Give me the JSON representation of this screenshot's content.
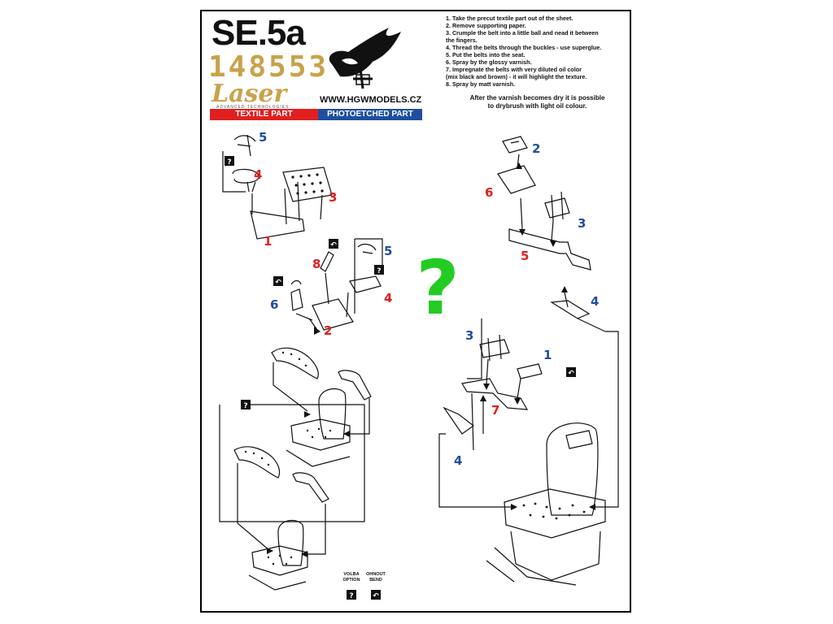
{
  "header": {
    "title": "SE.5a",
    "kit_number": "148553",
    "brand": "Laser",
    "brand_tagline": "ADVANCED TECHNOLOGIES",
    "url": "WWW.HGWMODELS.CZ",
    "textile_label": "TEXTILE PART",
    "photoetched_label": "PHOTOETCHED PART"
  },
  "instructions": {
    "steps": [
      "1. Take the precut textile part out of the sheet.",
      "2. Remove supporting paper.",
      "3. Crumple the belt into a little ball and nead it between\n    the fingers.",
      "4. Thread the belts through the buckles - use superglue.",
      "5. Put the belts into the seat.",
      "6. Spray by the glossy varnish.",
      "7. Impregnate the belts with very diluted oil color\n    (mix black and brown) - it will highlight the texture.",
      "8. Spray by matt varnish."
    ],
    "after_note": "After the varnish becomes dry it is possible\nto drybrush with light oil colour."
  },
  "diagram": {
    "question_mark": "?",
    "option_mark": "?",
    "bend_mark": "↶",
    "labels": {
      "a1": "1",
      "a3": "3",
      "a4": "4",
      "a5": "5",
      "b2": "2",
      "b4": "4",
      "b5": "5",
      "b6": "6",
      "b8": "8",
      "c2": "2",
      "c3": "3",
      "c4": "4",
      "c5": "5",
      "c6": "6",
      "d1": "1",
      "d3": "3",
      "d4": "4",
      "d7": "7"
    },
    "colors": {
      "red": "#e02020",
      "blue": "#1f4ea0",
      "green": "#22cc22"
    }
  },
  "legend": {
    "option_label": "VOLBA\nOPTION",
    "bend_label": "OHNOUT\nBEND"
  }
}
